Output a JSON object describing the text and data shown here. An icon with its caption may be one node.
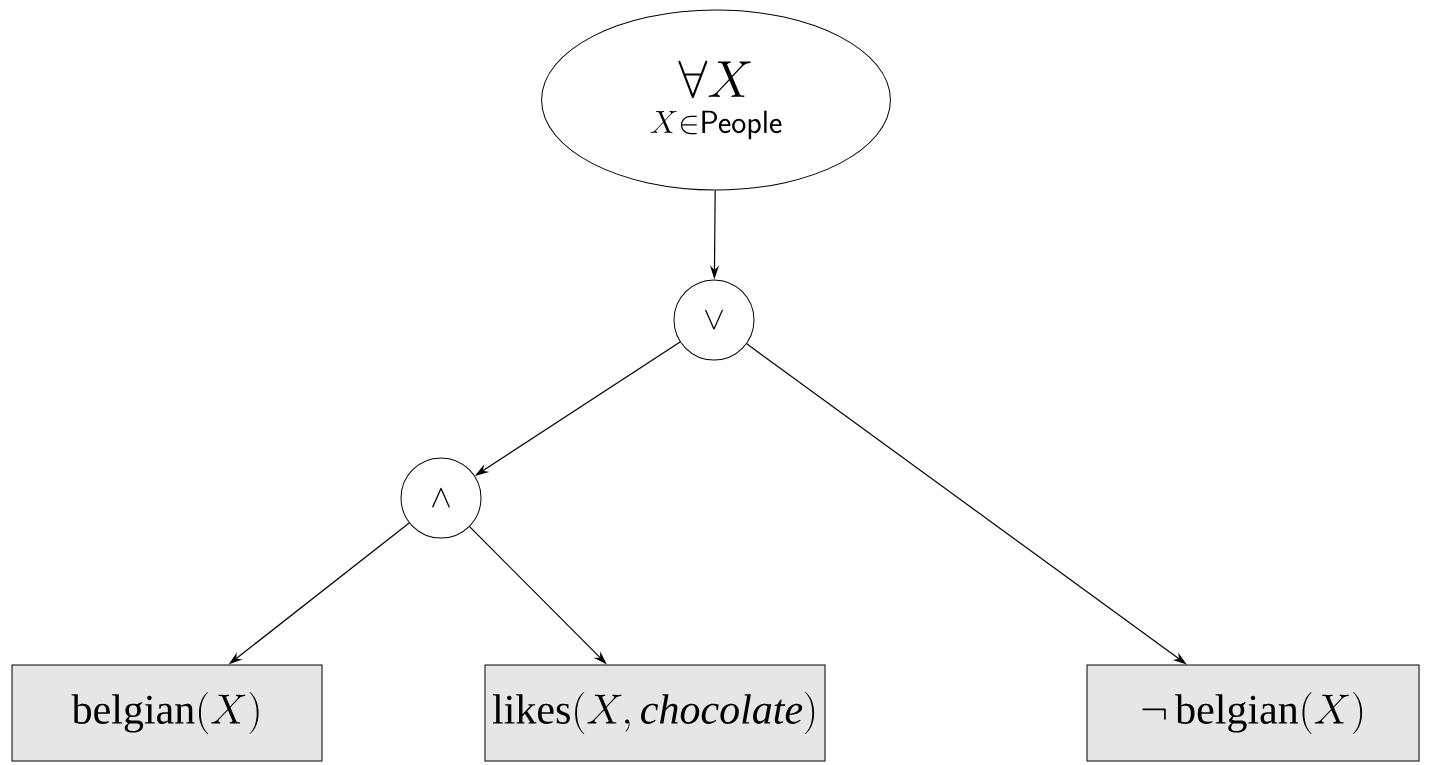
{
  "diagram": {
    "nodes": [
      {
        "text": [
          "\\forall X",
          "X{\\in}\\textsf{People}"
        ]
      },
      {
        "text": [
          "\\vee"
        ]
      },
      {
        "text": [
          "\\wedge"
        ]
      },
      {
        "text": [
          "\\mathrm{belgian}(X)"
        ]
      },
      {
        "text": [
          "\\mathrm{likes}(X,\\textit{chocolate})"
        ]
      },
      {
        "text": [
          "\\neg\\,\\mathrm{belgian}(X)"
        ]
      }
    ],
    "edges": [
      {
        "from": 0,
        "to": 1,
        "arrow": "to"
      },
      {
        "from": 1,
        "to": 2,
        "arrow": "to"
      },
      {
        "from": 1,
        "to": 5,
        "arrow": "to"
      },
      {
        "from": 2,
        "to": 3,
        "arrow": "to"
      },
      {
        "from": 2,
        "to": 4,
        "arrow": "to"
      }
    ]
  }
}
